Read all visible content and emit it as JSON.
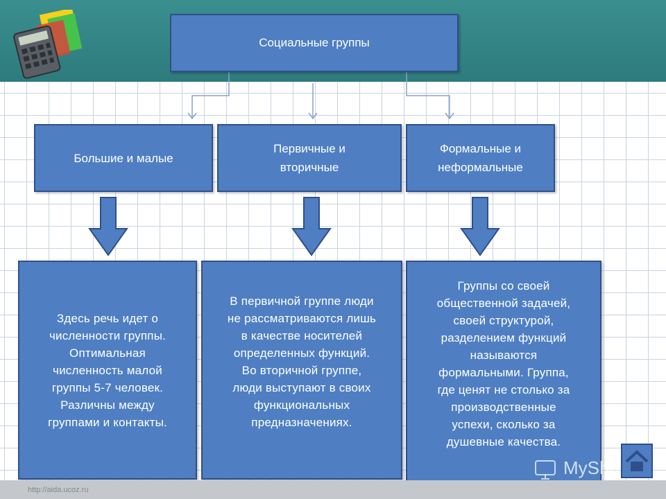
{
  "diagram": {
    "title": "Социальные группы",
    "categories": [
      {
        "label": "Большие и малые"
      },
      {
        "label": "Первичные и\nвторичные"
      },
      {
        "label": "Формальные и\nнеформальные"
      }
    ],
    "descriptions": [
      {
        "text": "Здесь речь идет о\nчисленности группы.\nОптимальная\nчисленность малой\nгруппы 5-7 человек.\nРазличны между\nгруппами и контакты."
      },
      {
        "text": "В первичной группе люди\nне рассматриваются лишь\nв качестве носителей\nопределенных функций.\nВо вторичной группе,\nлюди выступают в своих\nфункциональных\nпредназначениях."
      },
      {
        "text": "Группы со своей\nобщественной задачей,\nсвоей структурой,\nразделением функций\nназываются\nформальными. Группа,\nгде ценят не столько за\nпроизводственные\nуспехи, сколько за\nдушевные качества."
      }
    ]
  },
  "footer": {
    "url": "http://aida.ucoz.ru"
  },
  "watermark": {
    "text": "MyShared"
  },
  "colors": {
    "box_fill": "#4f7fc2",
    "box_border": "#2f4f8a",
    "band": "#2e7b7d",
    "grid": "#c9d3de"
  }
}
